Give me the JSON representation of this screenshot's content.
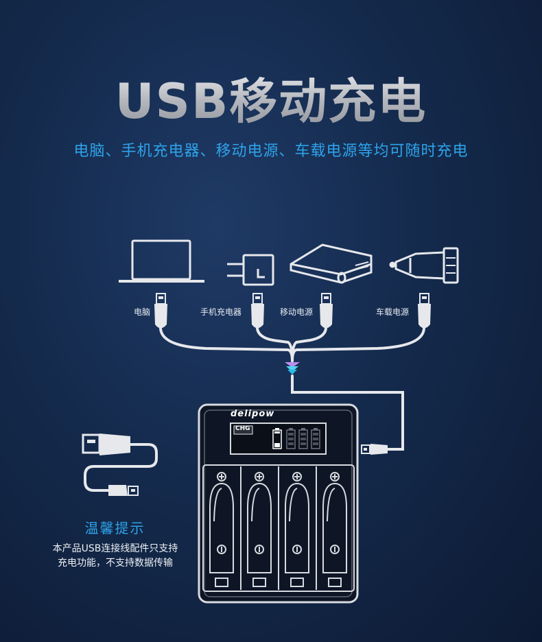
{
  "headline": "USB移动充电",
  "subtitle": "电脑、手机充电器、移动电源、车载电源等均可随时充电",
  "sources": [
    {
      "label": "电脑",
      "icon": "laptop-icon"
    },
    {
      "label": "手机充电器",
      "icon": "wall-charger-icon"
    },
    {
      "label": "移动电源",
      "icon": "power-bank-icon"
    },
    {
      "label": "车载电源",
      "icon": "car-charger-icon"
    }
  ],
  "charger": {
    "brand": "delipow",
    "display_text": "CHG",
    "slots": 4
  },
  "tip": {
    "title": "温馨提示",
    "line1": "本产品USB连接线配件只支持",
    "line2": "充电功能，不支持数据传输"
  },
  "colors": {
    "accent": "#2ea3ea",
    "line": "#e6e8ec",
    "background": "#142a4c"
  }
}
